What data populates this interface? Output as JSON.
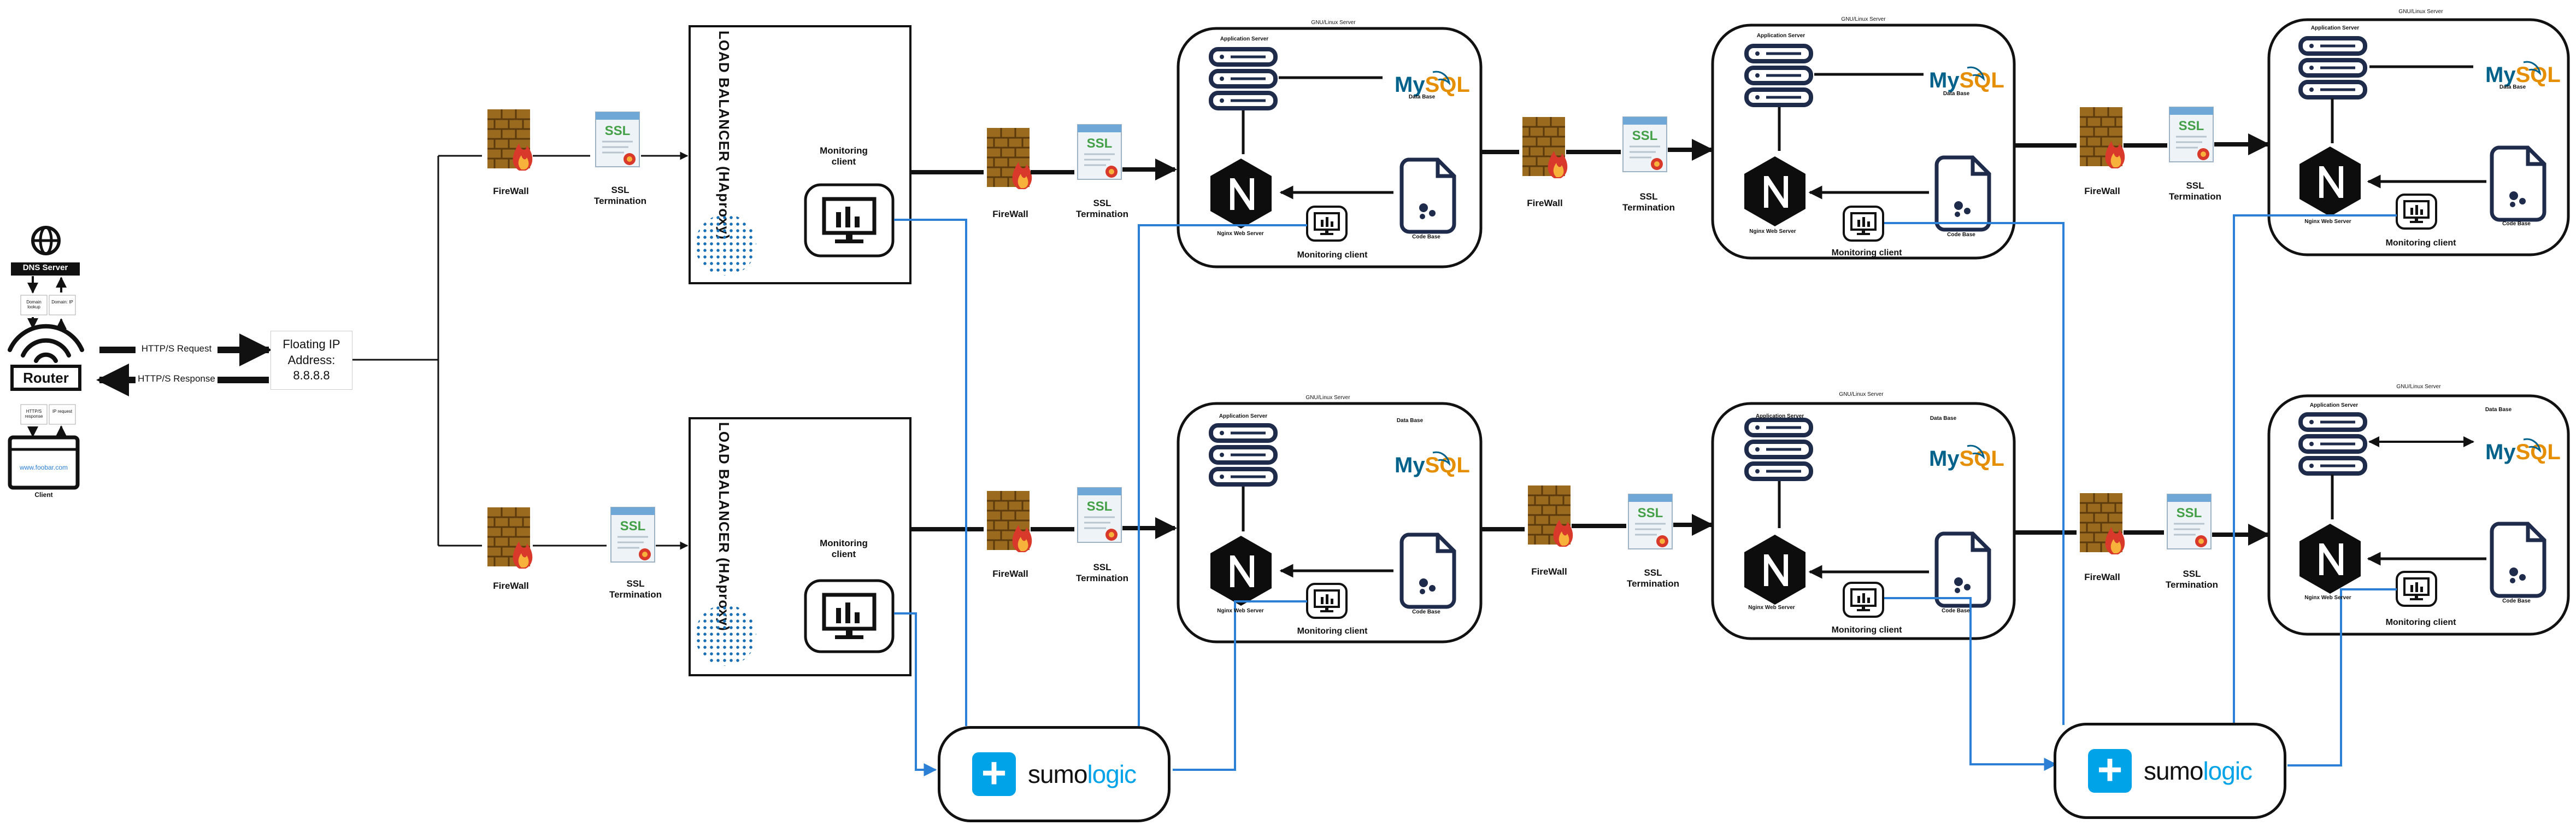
{
  "client": {
    "dns_label": "DNS Server",
    "router_label": "Router",
    "client_caption": "Client",
    "url_text": "www.foobar.com",
    "note_domain_lookup": "Domain lookup",
    "note_domain_ip": "Domain: IP",
    "note_http_response": "HTTP/S response",
    "note_ip_request": "IP request",
    "http_request": "HTTP/S Request",
    "http_response": "HTTP/S Response"
  },
  "floating_ip": {
    "line1": "Floating IP",
    "line2": "Address:",
    "line3": "8.8.8.8"
  },
  "labels": {
    "firewall": "FireWall",
    "ssl_line1": "SSL",
    "ssl_line2": "Termination",
    "ssl_badge": "SSL",
    "load_balancer": "LOAD BALANCER (HAproxy)",
    "monitoring_line1": "Monitoring",
    "monitoring_line2": "client",
    "monitoring_client": "Monitoring client",
    "server_title": "GNU/Linux Server",
    "application_server": "Application Server",
    "data_base": "Data Base",
    "mysql": "MySQL",
    "nginx": "Nginx Web Server",
    "code_base": "Code Base",
    "sumo_bold": "sumo",
    "sumo_logic": "logic"
  },
  "colors": {
    "line": "#111111",
    "monitor_link": "#2b7fd4",
    "firewall_brick": "#9a6a1e",
    "flame": "#d8392b",
    "ssl_green": "#43a047",
    "mysql_blue": "#00618a",
    "mysql_orange": "#e48e00",
    "server_navy": "#1f2b4a",
    "sumo_blue": "#00a2e8"
  },
  "icons": [
    "globe-icon",
    "wifi-icon",
    "firewall-icon",
    "ssl-certificate-icon",
    "monitor-chart-icon",
    "server-stack-icon",
    "nginx-icon",
    "code-file-icon",
    "database-icon",
    "sumologic-logo"
  ]
}
